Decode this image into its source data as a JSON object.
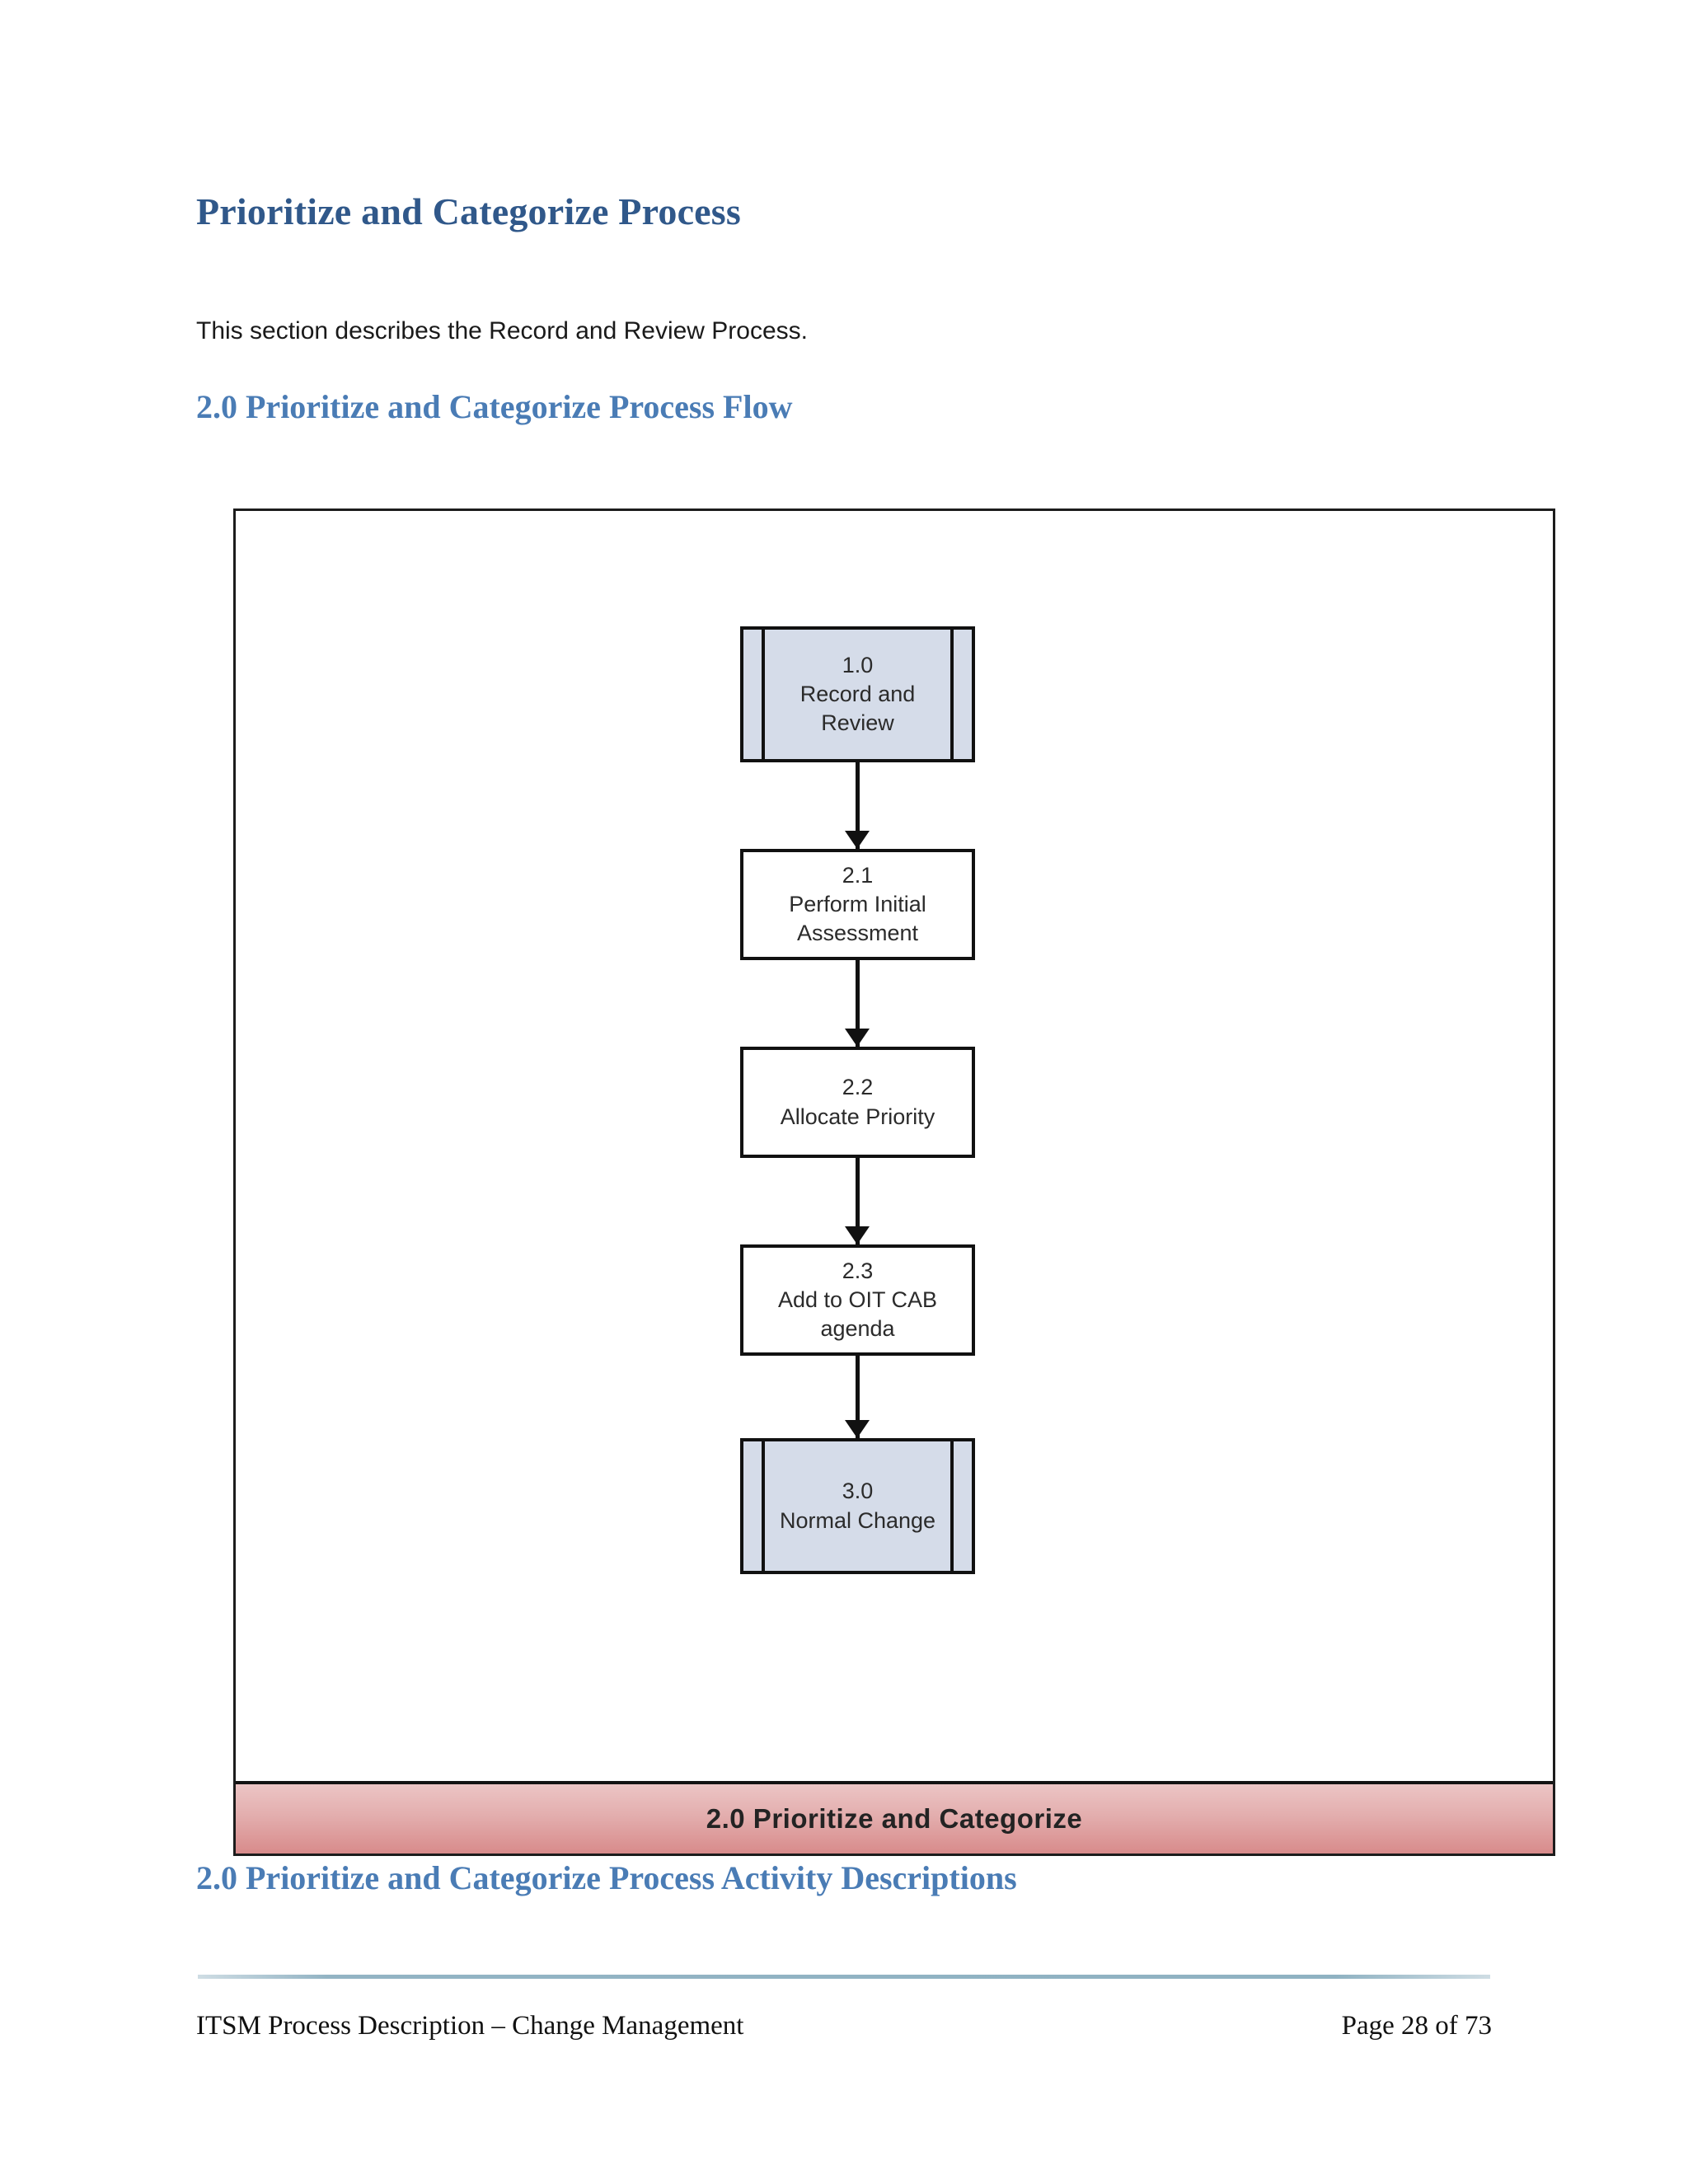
{
  "document": {
    "title": "Prioritize and Categorize Process",
    "intro_paragraph": "This section describes the Record and Review Process.",
    "heading_flow": "2.0 Prioritize and Categorize Process Flow",
    "heading_activity": "2.0 Prioritize and Categorize Process Activity Descriptions"
  },
  "diagram": {
    "swimlane_label": "2.0 Prioritize and Categorize",
    "nodes": [
      {
        "id": "1.0",
        "number": "1.0",
        "label": "Record and Review",
        "text": "1.0\nRecord and\nReview",
        "shape": "subprocess"
      },
      {
        "id": "2.1",
        "number": "2.1",
        "label": "Perform Initial Assessment",
        "text": "2.1\nPerform Initial\nAssessment",
        "shape": "process"
      },
      {
        "id": "2.2",
        "number": "2.2",
        "label": "Allocate Priority",
        "text": "2.2\nAllocate Priority",
        "shape": "process"
      },
      {
        "id": "2.3",
        "number": "2.3",
        "label": "Add to OIT CAB agenda",
        "text": "2.3\nAdd to OIT CAB\nagenda",
        "shape": "process"
      },
      {
        "id": "3.0",
        "number": "3.0",
        "label": "Normal Change",
        "text": "3.0\nNormal Change",
        "shape": "subprocess"
      }
    ],
    "connectors": [
      {
        "from": "1.0",
        "to": "2.1",
        "arrow": "down"
      },
      {
        "from": "2.1",
        "to": "2.2",
        "arrow": "down"
      },
      {
        "from": "2.2",
        "to": "2.3",
        "arrow": "down"
      },
      {
        "from": "2.3",
        "to": "3.0",
        "arrow": "down"
      }
    ]
  },
  "footer": {
    "left_text": "ITSM Process Description – Change Management",
    "right_text": "Page 28  of 73",
    "page_number": "28",
    "total_pages": "73"
  },
  "colors": {
    "title_blue": "#30588a",
    "heading_blue": "#4a7cb5",
    "subprocess_fill": "#d5dce9",
    "banner_top": "#ecc5c5",
    "banner_bottom": "#d88b8b",
    "outline": "#111111",
    "footer_rule": "#8fb2c2"
  }
}
